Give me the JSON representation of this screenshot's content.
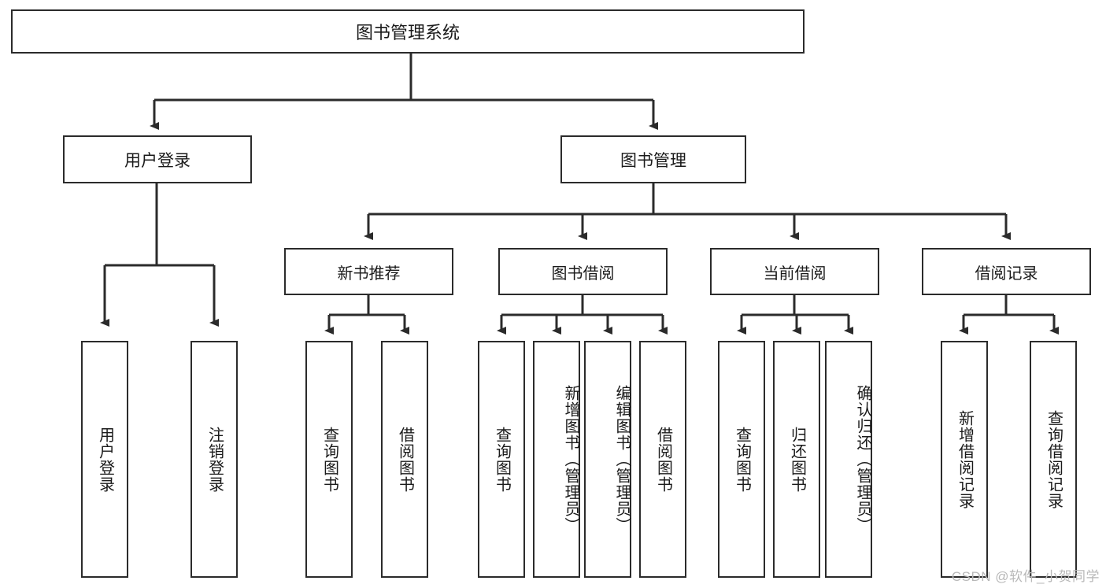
{
  "diagram": {
    "title": "图书管理系统",
    "type": "tree-hierarchy",
    "root": {
      "label": "图书管理系统"
    },
    "level2": [
      {
        "label": "用户登录"
      },
      {
        "label": "图书管理"
      }
    ],
    "level3": [
      {
        "label": "新书推荐"
      },
      {
        "label": "图书借阅"
      },
      {
        "label": "当前借阅"
      },
      {
        "label": "借阅记录"
      }
    ],
    "leaves": {
      "user_login": [
        {
          "label": "用户登录"
        },
        {
          "label": "注销登录"
        }
      ],
      "new_book_recommend": [
        {
          "label": "查询图书"
        },
        {
          "label": "借阅图书"
        }
      ],
      "book_borrow": [
        {
          "label": "查询图书"
        },
        {
          "label": "新增图书（管理员）"
        },
        {
          "label": "编辑图书（管理员）"
        },
        {
          "label": "借阅图书"
        }
      ],
      "current_borrow": [
        {
          "label": "查询图书"
        },
        {
          "label": "归还图书"
        },
        {
          "label": "确认归还（管理员）"
        }
      ],
      "borrow_record": [
        {
          "label": "新增借阅记录"
        },
        {
          "label": "查询借阅记录"
        }
      ]
    }
  },
  "watermark": {
    "text": "CSDN @软件_小贺同学"
  },
  "colors": {
    "stroke": "#2b2b2b",
    "background": "#ffffff",
    "text": "#1a1a1a",
    "watermark": "#b8b8b8"
  }
}
